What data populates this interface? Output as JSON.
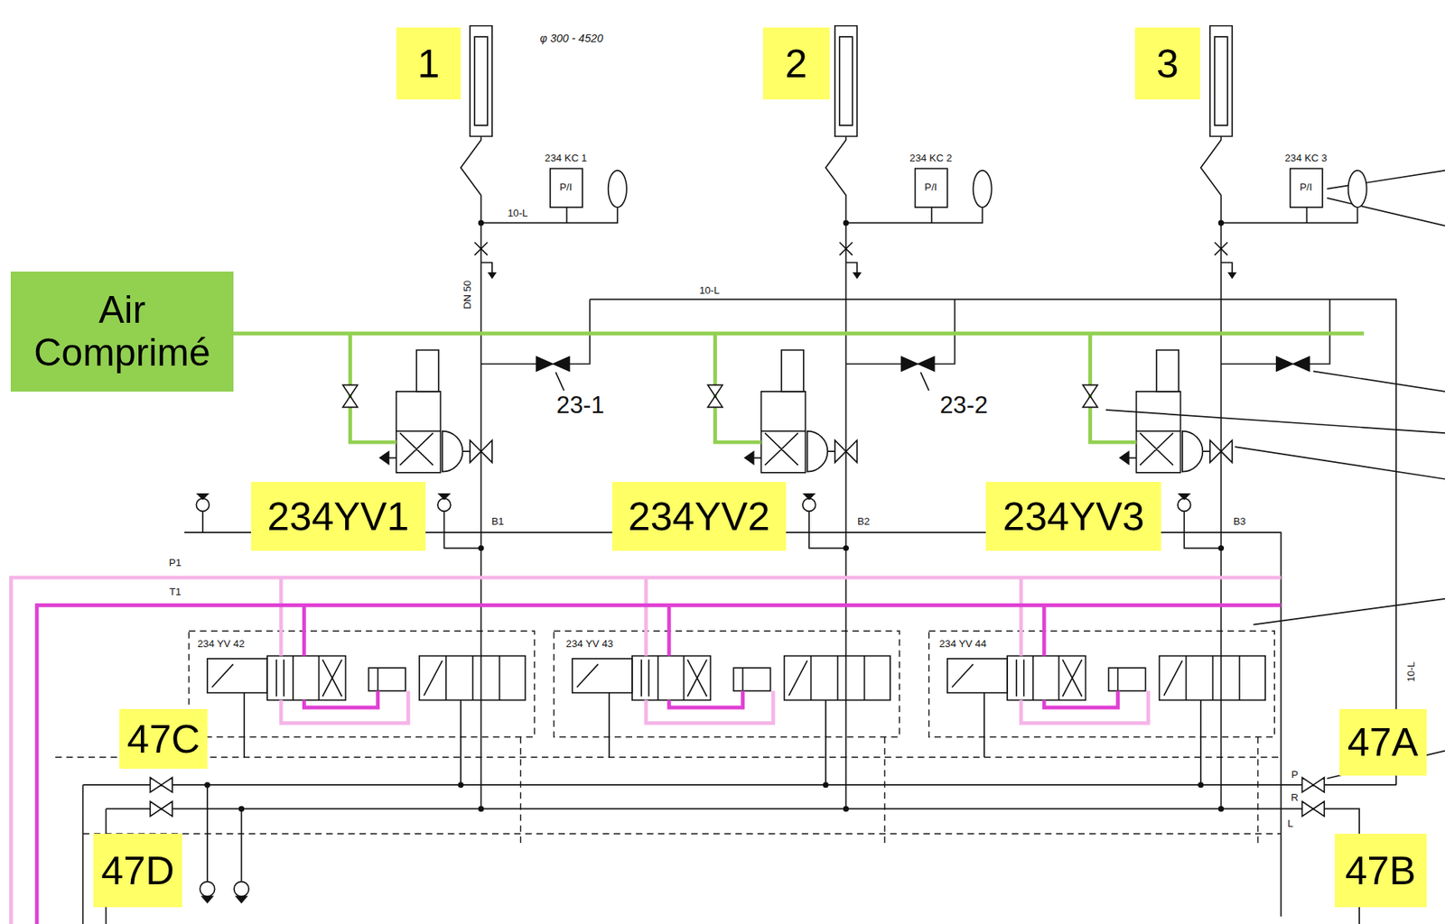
{
  "diagram": {
    "nodes": [
      {
        "text": [
          "1"
        ]
      },
      {
        "text": [
          "2"
        ]
      },
      {
        "text": [
          "3"
        ]
      },
      {
        "text": [
          "Air Comprimé"
        ]
      },
      {
        "text": [
          "234YV1"
        ]
      },
      {
        "text": [
          "234YV2"
        ]
      },
      {
        "text": [
          "234YV3"
        ]
      },
      {
        "text": [
          "47C"
        ]
      },
      {
        "text": [
          "47A"
        ]
      },
      {
        "text": [
          "47D"
        ]
      },
      {
        "text": [
          "47B"
        ]
      }
    ],
    "labels": [
      "φ 300 - 4520",
      "234 KC 1",
      "234 KC 2",
      "234 KC 3",
      "P/I",
      "P/I",
      "P/I",
      "10-L",
      "DN 50",
      "10-L",
      "23-1",
      "23-2",
      "B1",
      "B2",
      "B3",
      "P1",
      "T1",
      "234 YV 42",
      "234 YV 43",
      "234 YV 44",
      "P",
      "R",
      "L",
      "10-L"
    ]
  }
}
